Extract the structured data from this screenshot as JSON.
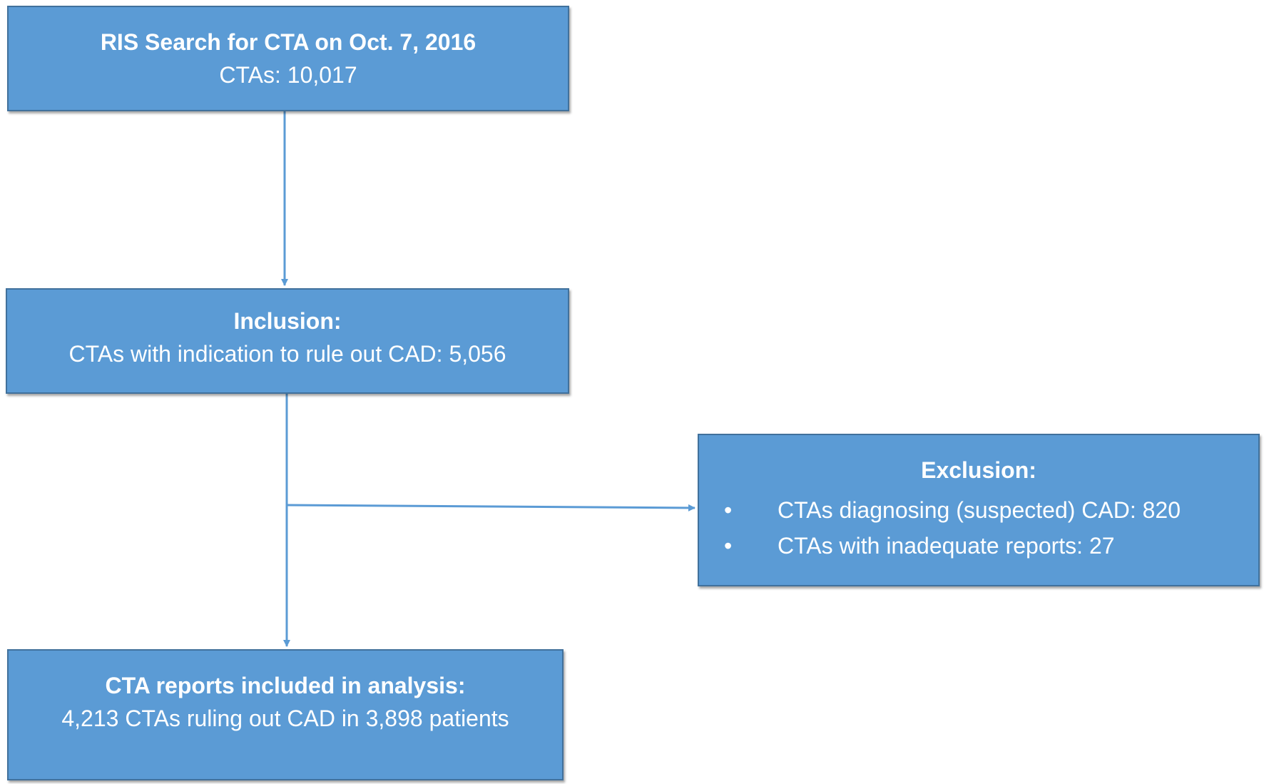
{
  "boxes": {
    "search": {
      "title": "RIS Search for CTA on Oct. 7, 2016",
      "text": "CTAs: 10,017"
    },
    "inclusion": {
      "title": "Inclusion:",
      "text": "CTAs with indication to rule out CAD: 5,056"
    },
    "exclusion": {
      "title": "Exclusion:",
      "items": [
        "CTAs diagnosing (suspected) CAD: 820",
        "CTAs with inadequate reports: 27"
      ]
    },
    "final": {
      "title": "CTA reports included in analysis:",
      "text": "4,213 CTAs ruling out CAD in 3,898 patients"
    }
  },
  "style": {
    "box_fill": "#5b9bd5",
    "box_border": "#41719c",
    "text_color": "#ffffff",
    "connector_color": "#5b9bd5"
  }
}
